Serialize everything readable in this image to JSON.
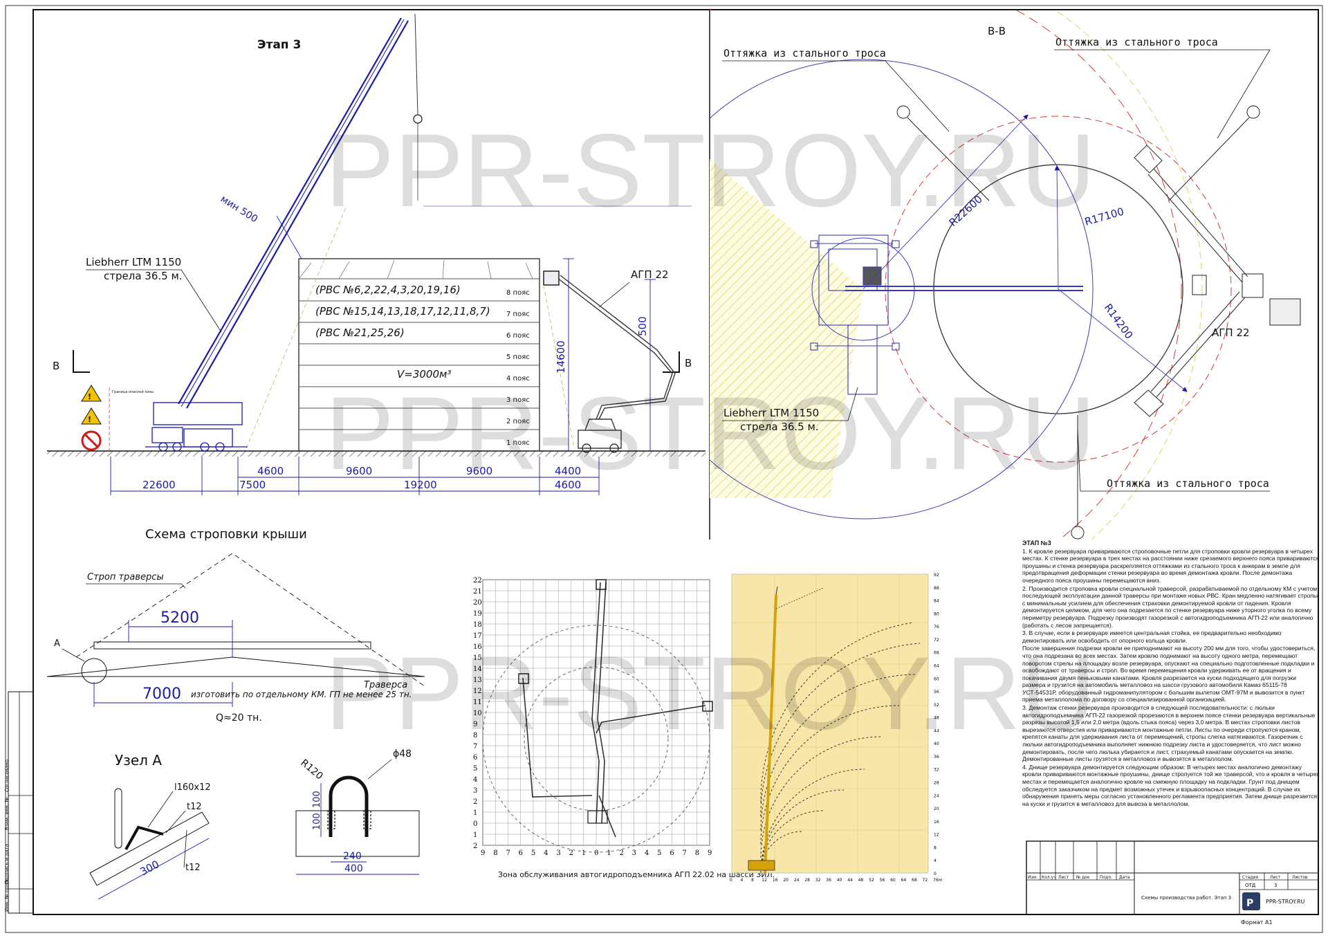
{
  "watermark": "PPR-STROY.RU",
  "elevation": {
    "title": "Этап 3",
    "crane_label_1": "Liebherr LTM 1150",
    "crane_label_2": "стрела 36.5 м.",
    "min_label": "мин 500",
    "agp_label": "АГП 22",
    "section_mark": "В",
    "danger_zone_note": "Граница опасной зоны",
    "rvs_rows": [
      "(РВС №6,2,22,4,3,20,19,16)",
      "(РВС №15,14,13,18,17,12,11,8,7)",
      "(РВС №21,25,26)"
    ],
    "volume": "V=3000м³",
    "belts": [
      "8 пояс",
      "7 пояс",
      "6 пояс",
      "5 пояс",
      "4 пояс",
      "3 пояс",
      "2 пояс",
      "1 пояс"
    ],
    "dim_height": "14600",
    "dim_agp_height": "500",
    "dims_row1": [
      "4600",
      "9600",
      "9600",
      "4400"
    ],
    "dims_row2": [
      "22600",
      "7500",
      "19200",
      "4600"
    ]
  },
  "plan": {
    "section_title": "В-В",
    "guy_label_1": "Оттяжка из стального троса",
    "guy_label_2": "Оттяжка из стального троса",
    "guy_label_3": "Оттяжка из стального троса",
    "radius_1": "R22600",
    "radius_2": "R17100",
    "radius_3": "R14200",
    "crane_label_1": "Liebherr LTM 1150",
    "crane_label_2": "стрела 36.5 м.",
    "agp_label": "АГП 22"
  },
  "roof": {
    "title": "Схема строповки крыши",
    "sling_label": "Строп траверсы",
    "point_a": "А",
    "dim_5200": "5200",
    "dim_7000": "7000",
    "traverse_label": "Траверса",
    "traverse_note": "изготовить по отдельному КМ. ГП не менее 25 тн.",
    "load": "Q≈20 тн."
  },
  "node": {
    "title": "Узел А",
    "angle_label": "l160x12",
    "plate_1": "t12",
    "plate_2": "t12",
    "dim_300": "300",
    "radius": "R120",
    "diameter": "ϕ48",
    "dim_100a": "100",
    "dim_100b": "100",
    "dim_240": "240",
    "dim_400": "400"
  },
  "agp_chart": {
    "caption": "Зона обслуживания автогидроподъемника АГП 22.02 на шасси ЗИЛ.",
    "y_ticks": [
      "22",
      "21",
      "20",
      "19",
      "18",
      "17",
      "16",
      "15",
      "14",
      "13",
      "12",
      "11",
      "10",
      "9",
      "8",
      "7",
      "6",
      "5",
      "4",
      "3",
      "2",
      "1",
      "0",
      "1",
      "2"
    ],
    "x_ticks": [
      "9",
      "8",
      "7",
      "6",
      "5",
      "4",
      "3",
      "2",
      "1",
      "0",
      "1",
      "2",
      "3",
      "4",
      "5",
      "6",
      "7",
      "8",
      "9"
    ]
  },
  "load_chart": {
    "x_ticks": [
      "0",
      "4",
      "8",
      "12",
      "16",
      "20",
      "24",
      "28",
      "32",
      "36",
      "40",
      "44",
      "48",
      "52",
      "56",
      "60",
      "64",
      "68",
      "72",
      "76m"
    ],
    "y_ticks": [
      "92",
      "88",
      "84",
      "80",
      "76",
      "72",
      "68",
      "64",
      "60",
      "56",
      "52",
      "48",
      "44",
      "40",
      "36",
      "32",
      "28",
      "24",
      "20",
      "16",
      "12",
      "8",
      "4",
      "0"
    ],
    "background": "#f8e5a8"
  },
  "notes": {
    "title": "ЭТАП №3",
    "paragraphs": [
      "1.       К кровле резервуара привариваются строповочные петли для строповки кровли резервуара в четырех местах. К стенке резервуара в трех местах на расстоянии ниже срезаемого верхнего пояса привариваются проушины и стенка резервуара раскрепляется оттяжками из стального троса к анкерам в земле для предотвращения деформации стенки резервуара во время демонтажа кровли. После демонтажа очередного пояса проушины перемещаются вниз.",
      "2.       Производится строповка кровли специальной траверсой, разрабатываемой по отдельному КМ с учетом последующей эксплуатации данной траверсы при монтаже новых РВС. Кран медленно натягивает стропы с минимальным усилием для обеспечения страховки демонтируемой кровли от падения. Кровля демонтируется целиком, для чего она подрезается по стенке резервуара ниже уторного уголка по всему периметру резервуара. Подрезку производят газорезкой с автогидроподъемника АГП-22 или аналогично (работать с лесов запрещается).",
      "3.       В случае, если в резервуаре имеется центральная стойка, ее предварительно необходимо демонтировать или освободить от опорного кольца кровли.",
      "После завершения подрезки кровли ее приподнимают на высоту 200 мм для того, чтобы удостовериться, что она подрезана во всех местах. Затем кровлю поднимают на высоту одного метра, перемещают поворотом стрелы на площадку возле резервуара, опускают на специально подготовленные подкладки и освобождают от траверсы и строп. Во время перемещения кровли удерживать ее от вращения и покачивания двумя пеньковыми канатами. Кровля разрезается на куски подходящего для погрузки размера и грузится на автомобиль металловоз на шасси грузового автомобиля Камаз 65115-78 УСТ-54531Р, оборудованный гидроманипулятором с большим вылетом ОМТ-97М и вывозится в пункт приема металлолома по договору со специализированной организацией.",
      "3. Демонтаж стенки резервуара производится в следующей последовательности: с люльки автогидроподъемника АГП-22 газорезкой прорезаются в верхнем поясе стенки резервуара вертикальные разрезы высотой 1,5 или 2,0 метра (вдоль стыка пояса) через 3,0 метра. В местах строповки листов вырезаются отверстия или привариваются монтажные петли. Листы по очереди стропуются краном, крепятся канаты для удерживания листа от перемещений, стропы слегка натягиваются. Газорезчик с люльки автогидроподъемника выполняет нижнюю подрезку листа и удостоверяется, что лист можно демонтировать, после чего люлька убирается и лист, страхуемый канатами опускается на землю. Демонтированные листы грузятся в металловоз и вывозятся в металлолом.",
      "4. Днище резервуара демонтируется следующим образом: В четырех местах аналогично демонтажу кровли привариваются монтажные проушины, днище стропуется той же траверсой, что и кровля в четырех местах и перемещается аналогично кровле на смежную площадку на подкладки. Грунт под днищем обследуется заказчиком на предмет возможных утечек и взрывоопасных концентраций. В случае их обнаружения принять меры согласно установленного регламента предприятия. Затем днище разрезается на куски и грузится в металловоз для вывоза в металлолом."
    ]
  },
  "title_block": {
    "headers": [
      "Изм.",
      "Кол.уч",
      "Лист",
      "№ док",
      "Подп.",
      "Дата"
    ],
    "stage_header": "Стадия",
    "sheet_header": "Лист",
    "sheets_header": "Листов",
    "stage": "ОТД",
    "sheet": "3",
    "drawing_title": "Схемы производства работ. Этап 3",
    "company": "PPR-STROY.RU",
    "format": "Формат А1"
  },
  "side_stamp": [
    "Согласовано",
    "Взам. инв. №",
    "Подпись и дата",
    "Инв. № подл."
  ]
}
